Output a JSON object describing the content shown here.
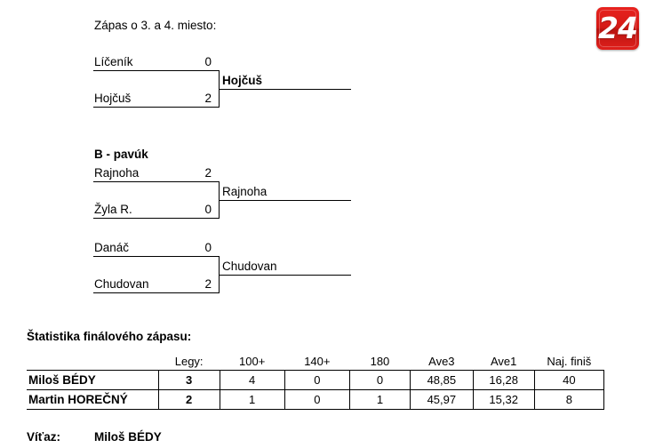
{
  "logo": {
    "text": "24",
    "color": "#d41a16"
  },
  "third_place": {
    "heading": "Zápas o 3. a 4. miesto:",
    "match": {
      "top": {
        "name": "Líčeník",
        "score": "0"
      },
      "bottom": {
        "name": "Hojčuš",
        "score": "2"
      },
      "winner": "Hojčuš"
    }
  },
  "b_bracket": {
    "heading": "B - pavúk",
    "matches": [
      {
        "top": {
          "name": "Rajnoha",
          "score": "2"
        },
        "bottom": {
          "name": "Žyla R.",
          "score": "0"
        },
        "winner": "Rajnoha"
      },
      {
        "top": {
          "name": "Danáč",
          "score": "0"
        },
        "bottom": {
          "name": "Chudovan",
          "score": "2"
        },
        "winner": "Chudovan"
      }
    ]
  },
  "stats": {
    "heading": "Štatistika finálového zápasu:",
    "columns": [
      "",
      "Legy:",
      "100+",
      "140+",
      "180",
      "Ave3",
      "Ave1",
      "Naj. finiš"
    ],
    "rows": [
      {
        "name": "Miloš BÉDY",
        "legy": "3",
        "p100": "4",
        "p140": "0",
        "p180": "0",
        "ave3": "48,85",
        "ave1": "16,28",
        "finish": "40"
      },
      {
        "name": "Martin HOREČNÝ",
        "legy": "2",
        "p100": "1",
        "p140": "0",
        "p180": "1",
        "ave3": "45,97",
        "ave1": "15,32",
        "finish": "8"
      }
    ]
  },
  "winner": {
    "label": "Víťaz:",
    "name": "Miloš BÉDY"
  }
}
